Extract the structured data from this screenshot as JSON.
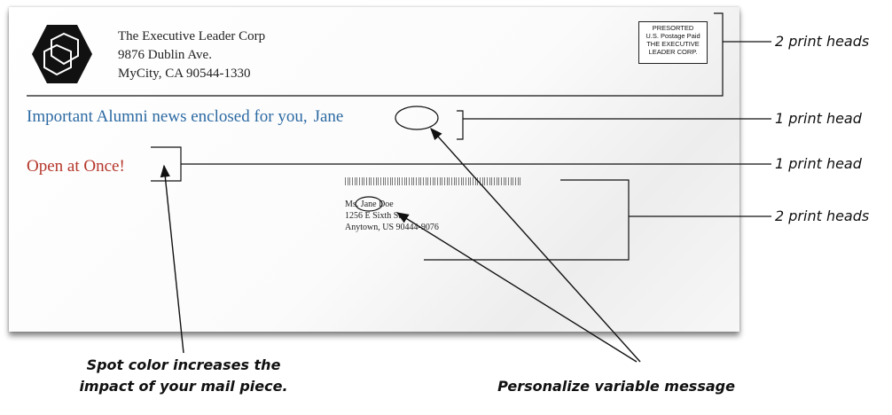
{
  "return_address": {
    "company": "The Executive Leader Corp",
    "street": "9876 Dublin Ave.",
    "city": "MyCity, CA 90544-1330"
  },
  "postage": {
    "line1": "PRESORTED",
    "line2": "U.S. Postage Paid",
    "line3": "THE EXECUTIVE",
    "line4": "LEADER CORP."
  },
  "teaser": {
    "text": "Important Alumni news enclosed for you,",
    "name": "Jane",
    "color": "#2c6aa3"
  },
  "open_text": {
    "text": "Open at Once!",
    "color": "#b5362a"
  },
  "recipient": {
    "prefix": "Ms.",
    "name": "Jane",
    "surname": "Doe",
    "street": "1256 E Sixth St",
    "city": "Anytown, US 90444-9076"
  },
  "callouts": {
    "stamp": "2 print heads",
    "teaser": "1 print head",
    "open": "1 print head",
    "address": "2 print heads"
  },
  "captions": {
    "spot_line1": "Spot color increases the",
    "spot_line2": "impact of your mail piece.",
    "personalize": "Personalize variable message"
  },
  "logo": {
    "icon": "hexagon-logo-icon"
  }
}
